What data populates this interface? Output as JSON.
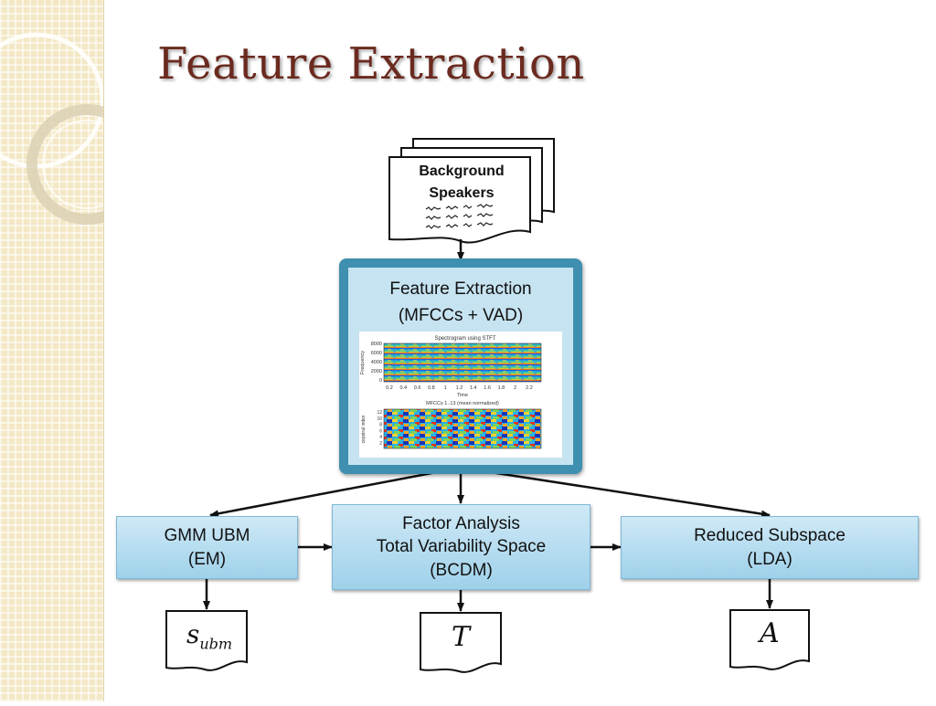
{
  "slide": {
    "title": "Feature Extraction"
  },
  "background_speakers": {
    "line1": "Background",
    "line2": "Speakers"
  },
  "feature_box": {
    "line1": "Feature Extraction",
    "line2": "(MFCCs + VAD)"
  },
  "spectrogram_figure": {
    "spec_title": "Spectrogram using STFT",
    "spec_ylabel": "Frequency",
    "spec_xlabel": "Time",
    "spec_yticks": [
      "8000",
      "6000",
      "4000",
      "2000",
      "0"
    ],
    "spec_xticks": [
      "0.2",
      "0.4",
      "0.6",
      "0.8",
      "1",
      "1.2",
      "1.4",
      "1.6",
      "1.8",
      "2",
      "2.2"
    ],
    "mfcc_title": "MFCCs 1..13 (mean normalized)",
    "mfcc_ylabel": "cepstral index",
    "mfcc_yticks": [
      "12",
      "10",
      "8",
      "6",
      "4",
      "2"
    ]
  },
  "gmm_box": {
    "line1": "GMM UBM",
    "line2": "(EM)"
  },
  "fa_box": {
    "line1": "Factor Analysis",
    "line2": "Total Variability Space",
    "line3": "(BCDM)"
  },
  "lda_box": {
    "line1": "Reduced Subspace",
    "line2": "(LDA)"
  },
  "outputs": {
    "ubm_symbol": "s",
    "ubm_subscript": "ubm",
    "t_symbol": "T",
    "a_symbol": "A"
  },
  "colors": {
    "title": "#6b2a1f",
    "outer_box": "#3e8fb0",
    "inner_box": "#c6e3f1",
    "process_box": "#aad8ee",
    "sidebar": "#f3e8c6"
  }
}
